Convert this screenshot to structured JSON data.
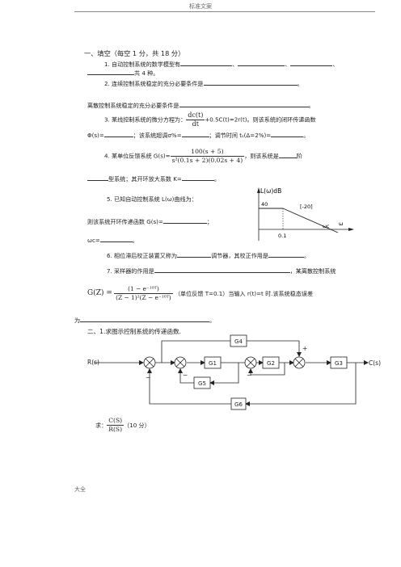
{
  "header": "标准文案",
  "footer": "大全",
  "s1": {
    "title": "一、填空（每空 1 分，共 18 分）",
    "q1a": "1. 自动控制系统的数学模型有",
    "sep1": "、",
    "sep2": "、",
    "sep3": "、",
    "q1b": "共 4 种。",
    "q2": "2. 连续控制系统稳定的充分必要条件是",
    "q2end": "。",
    "q2d": "离散控制系统稳定的充分必要条件是",
    "q2dend": "。",
    "q3a": "3. 某线控制系统的微分方程为：",
    "q3num": "dc(t)",
    "q3den": "dt",
    "q3b": "+0.5C(t)=2r(t)。则该系统的闭环传递函数",
    "q3c": "Φ(s)=",
    "q3d": "；该系统超调σ%=",
    "q3e": "；调节时间 tₛ(Δ=2%)=",
    "q3end": "。",
    "q4a": "4. 某单位反馈系统 G(s)=",
    "q4num": "100(s + 5)",
    "q4den": "s²(0.1s + 2)(0.02s + 4)",
    "q4b": "，则该系统是",
    "q4c": "阶",
    "q4d": "型系统；其开环放大系数 K=",
    "q4end": "。",
    "q5a": "5. 已知自动控制系统 L(ω)曲线为：",
    "q5b": "则该系统开环传递函数 G(s)=",
    "q5bend": "；",
    "q5c": "ωc=",
    "q5cend": "。",
    "q6a": "6. 相位滞后校正装置又称为",
    "q6b": "调节器，其校正作用是",
    "q6end": "。",
    "q7a": "7. 采样器的作用是",
    "q7b": "，某离散控制系统",
    "q7lhs": "G(Z) =",
    "q7num": "(1 − e⁻¹⁰ᵀ)",
    "q7den": "(Z − 1)²(Z − e⁻¹⁰ᵀ)",
    "q7c": "（单位反馈 T=0.1）当输入 r(t)=t 时.该系统稳态误差",
    "q7d": "为",
    "q7end": "。"
  },
  "bode": {
    "ylabel": "L(ω)dB",
    "v40": "40",
    "slope": "[-20]",
    "x01": "0.1",
    "wc": "ωc",
    "w": "ω"
  },
  "s2": {
    "title": "二、1.求图示控制系统的传递函数.",
    "ask": "求：",
    "fnum": "C(S)",
    "fden": "R(S)",
    "pts": "（10 分）"
  },
  "diagram": {
    "input": "R(s)",
    "output": "C(s)",
    "blocks": [
      "G1",
      "G2",
      "G3",
      "G4",
      "G5",
      "G6"
    ],
    "plus": "+",
    "minus": "−"
  }
}
